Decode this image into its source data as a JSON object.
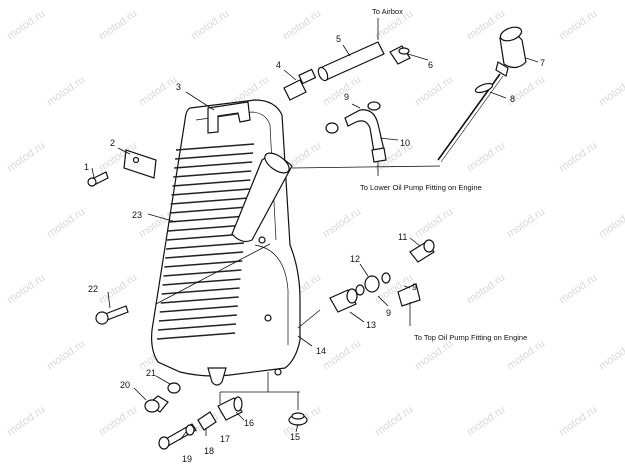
{
  "notes": {
    "to_airbox": "To Airbox",
    "to_lower": "To Lower Oil Pump Fitting on Engine",
    "to_top": "To Top Oil Pump Fitting on Engine"
  },
  "watermark": "motod.ru",
  "callouts": [
    "1",
    "2",
    "3",
    "4",
    "5",
    "6",
    "7",
    "8",
    "9",
    "10",
    "11",
    "12",
    "9",
    "13",
    "14",
    "15",
    "16",
    "17",
    "18",
    "19",
    "20",
    "21",
    "22",
    "23"
  ]
}
